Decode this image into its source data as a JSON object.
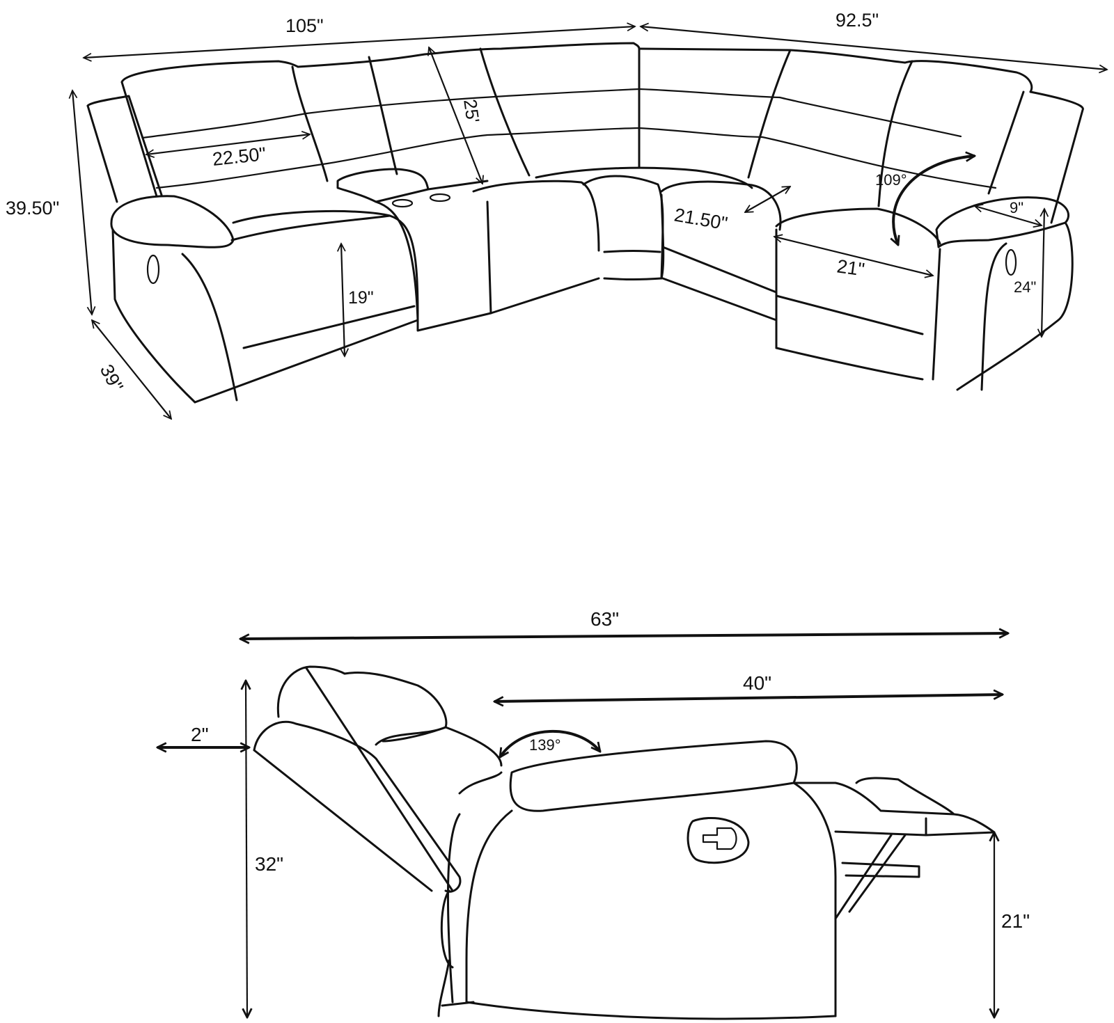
{
  "diagram": {
    "title": "Reclining sectional sofa dimension drawing",
    "views": [
      {
        "name": "sectional-perspective",
        "labels": {
          "left_width": "105\"",
          "right_width": "92.5\"",
          "overall_height": "39.50\"",
          "depth": "39\"",
          "seat_width_left": "22.50\"",
          "back_height": "25'",
          "seat_height": "19\"",
          "corner_seat_depth": "21.50\"",
          "recline_angle": "109°",
          "seat_width_right": "21\"",
          "arm_width": "9\"",
          "arm_height": "24\""
        }
      },
      {
        "name": "recliner-side-view",
        "labels": {
          "reclined_length": "63\"",
          "footrest_extension": "40\"",
          "wall_clearance": "2\"",
          "reclined_height": "32\"",
          "footrest_height": "21\"",
          "recline_angle": "139°"
        }
      }
    ],
    "colors": {
      "line": "#111111",
      "background": "#ffffff"
    }
  }
}
